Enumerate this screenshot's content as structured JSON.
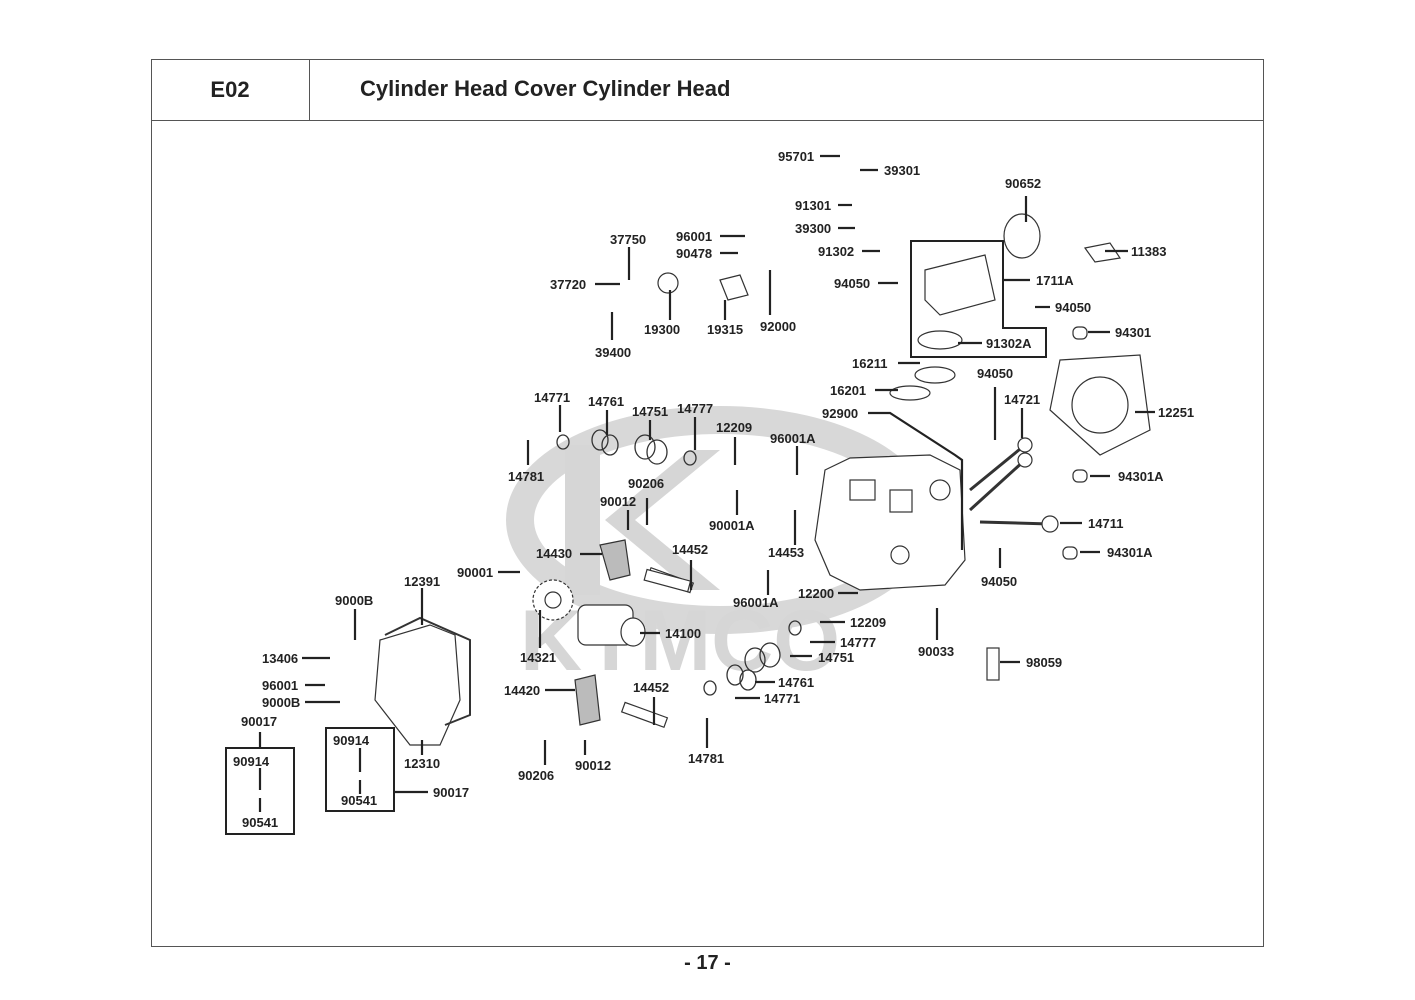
{
  "header": {
    "section_code": "E02",
    "title": "Cylinder Head Cover  Cylinder Head"
  },
  "watermark": "KYMCO",
  "page_number": "- 17 -",
  "callouts": [
    {
      "id": "95701",
      "label": "95701"
    },
    {
      "id": "39301",
      "label": "39301"
    },
    {
      "id": "91301",
      "label": "91301"
    },
    {
      "id": "39300",
      "label": "39300"
    },
    {
      "id": "91302",
      "label": "91302"
    },
    {
      "id": "90652",
      "label": "90652"
    },
    {
      "id": "11383",
      "label": "11383"
    },
    {
      "id": "94050_a",
      "label": "94050"
    },
    {
      "id": "1711A",
      "label": "1711A"
    },
    {
      "id": "94050_b",
      "label": "94050"
    },
    {
      "id": "91302A",
      "label": "91302A"
    },
    {
      "id": "94301",
      "label": "94301"
    },
    {
      "id": "96001_a",
      "label": "96001"
    },
    {
      "id": "90478",
      "label": "90478"
    },
    {
      "id": "37750",
      "label": "37750"
    },
    {
      "id": "37720",
      "label": "37720"
    },
    {
      "id": "19300",
      "label": "19300"
    },
    {
      "id": "19315",
      "label": "19315"
    },
    {
      "id": "92000",
      "label": "92000"
    },
    {
      "id": "39400",
      "label": "39400"
    },
    {
      "id": "16211",
      "label": "16211"
    },
    {
      "id": "16201",
      "label": "16201"
    },
    {
      "id": "92900",
      "label": "92900"
    },
    {
      "id": "94050_c",
      "label": "94050"
    },
    {
      "id": "14721",
      "label": "14721"
    },
    {
      "id": "12251",
      "label": "12251"
    },
    {
      "id": "94301A_a",
      "label": "94301A"
    },
    {
      "id": "14711",
      "label": "14711"
    },
    {
      "id": "94301A_b",
      "label": "94301A"
    },
    {
      "id": "94050_d",
      "label": "94050"
    },
    {
      "id": "14771_a",
      "label": "14771"
    },
    {
      "id": "14761_a",
      "label": "14761"
    },
    {
      "id": "14751_a",
      "label": "14751"
    },
    {
      "id": "14777_a",
      "label": "14777"
    },
    {
      "id": "12209_a",
      "label": "12209"
    },
    {
      "id": "96001A_a",
      "label": "96001A"
    },
    {
      "id": "14781_a",
      "label": "14781"
    },
    {
      "id": "90206_a",
      "label": "90206"
    },
    {
      "id": "90012_a",
      "label": "90012"
    },
    {
      "id": "90001A",
      "label": "90001A"
    },
    {
      "id": "14430",
      "label": "14430"
    },
    {
      "id": "14452_a",
      "label": "14452"
    },
    {
      "id": "14453",
      "label": "14453"
    },
    {
      "id": "90001",
      "label": "90001"
    },
    {
      "id": "96001A_b",
      "label": "96001A"
    },
    {
      "id": "12200",
      "label": "12200"
    },
    {
      "id": "12391",
      "label": "12391"
    },
    {
      "id": "9000B_a",
      "label": "9000B"
    },
    {
      "id": "14321",
      "label": "14321"
    },
    {
      "id": "14100",
      "label": "14100"
    },
    {
      "id": "12209_b",
      "label": "12209"
    },
    {
      "id": "14777_b",
      "label": "14777"
    },
    {
      "id": "14751_b",
      "label": "14751"
    },
    {
      "id": "90033",
      "label": "90033"
    },
    {
      "id": "98059",
      "label": "98059"
    },
    {
      "id": "13406",
      "label": "13406"
    },
    {
      "id": "96001_b",
      "label": "96001"
    },
    {
      "id": "9000B_b",
      "label": "9000B"
    },
    {
      "id": "14761_b",
      "label": "14761"
    },
    {
      "id": "14771_b",
      "label": "14771"
    },
    {
      "id": "14420",
      "label": "14420"
    },
    {
      "id": "14452_b",
      "label": "14452"
    },
    {
      "id": "90017_a",
      "label": "90017"
    },
    {
      "id": "90914_a",
      "label": "90914"
    },
    {
      "id": "90541_a",
      "label": "90541"
    },
    {
      "id": "90914_b",
      "label": "90914"
    },
    {
      "id": "90541_b",
      "label": "90541"
    },
    {
      "id": "90017_b",
      "label": "90017"
    },
    {
      "id": "12310",
      "label": "12310"
    },
    {
      "id": "90206_b",
      "label": "90206"
    },
    {
      "id": "90012_b",
      "label": "90012"
    },
    {
      "id": "14781_b",
      "label": "14781"
    }
  ]
}
